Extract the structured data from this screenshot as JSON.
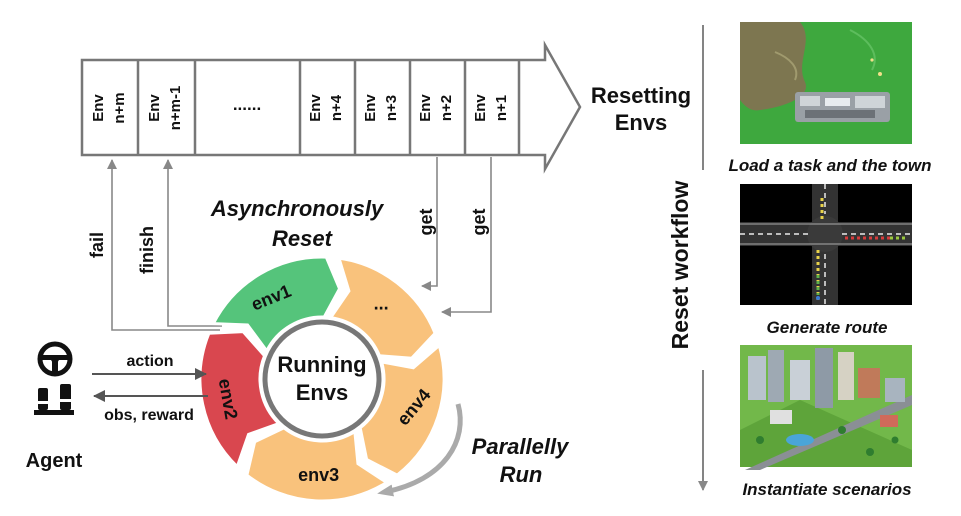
{
  "queue": {
    "cells": [
      {
        "top": "Env",
        "bottom": "n+m"
      },
      {
        "top": "Env",
        "bottom": "n+m-1"
      },
      {
        "dots": "......"
      },
      {
        "top": "Env",
        "bottom": "n+4"
      },
      {
        "top": "Env",
        "bottom": "n+3"
      },
      {
        "top": "Env",
        "bottom": "n+2"
      },
      {
        "top": "Env",
        "bottom": "n+1"
      }
    ],
    "resetting_line1": "Resetting",
    "resetting_line2": "Envs"
  },
  "flow_labels": {
    "fail": "fail",
    "finish": "finish",
    "get_left": "get",
    "get_right": "get",
    "async_line1": "Asynchronously",
    "async_line2": "Reset",
    "parallel_line1": "Parallelly",
    "parallel_line2": "Run"
  },
  "ring": {
    "center_line1": "Running",
    "center_line2": "Envs",
    "segments": [
      {
        "label": "env1",
        "color": "#55c47b"
      },
      {
        "label": "...",
        "color": "#f9c27c"
      },
      {
        "label": "env4",
        "color": "#f9c27c"
      },
      {
        "label": "env3",
        "color": "#f9c27c"
      },
      {
        "label": "env2",
        "color": "#d9474f"
      }
    ]
  },
  "agent": {
    "label": "Agent",
    "action": "action",
    "obs_reward": "obs, reward"
  },
  "workflow": {
    "title": "Reset workflow",
    "steps": [
      {
        "caption": "Load a task and the town"
      },
      {
        "caption": "Generate route"
      },
      {
        "caption": "Instantiate scenarios"
      }
    ]
  }
}
